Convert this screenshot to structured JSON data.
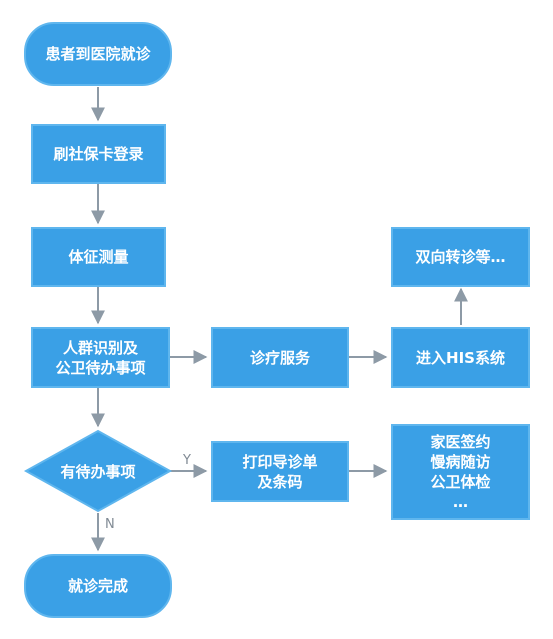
{
  "nodes": {
    "start": "患者到医院就诊",
    "card_login": "刷社保卡登录",
    "vitals": "体征测量",
    "crowd_id": "人群识别及\n公卫待办事项",
    "pending_check": "有待办事项",
    "treatment": "诊疗服务",
    "his": "进入HIS系统",
    "referral": "双向转诊等…",
    "print": "打印导诊单\n及条码",
    "services": "家医签约\n慢病随访\n公卫体检\n…",
    "done": "就诊完成"
  },
  "edge_labels": {
    "yes": "Y",
    "no": "N"
  },
  "colors": {
    "node_fill": "#3aa0e6",
    "node_border": "#5fb6ee",
    "arrow": "#8d9aa6"
  }
}
